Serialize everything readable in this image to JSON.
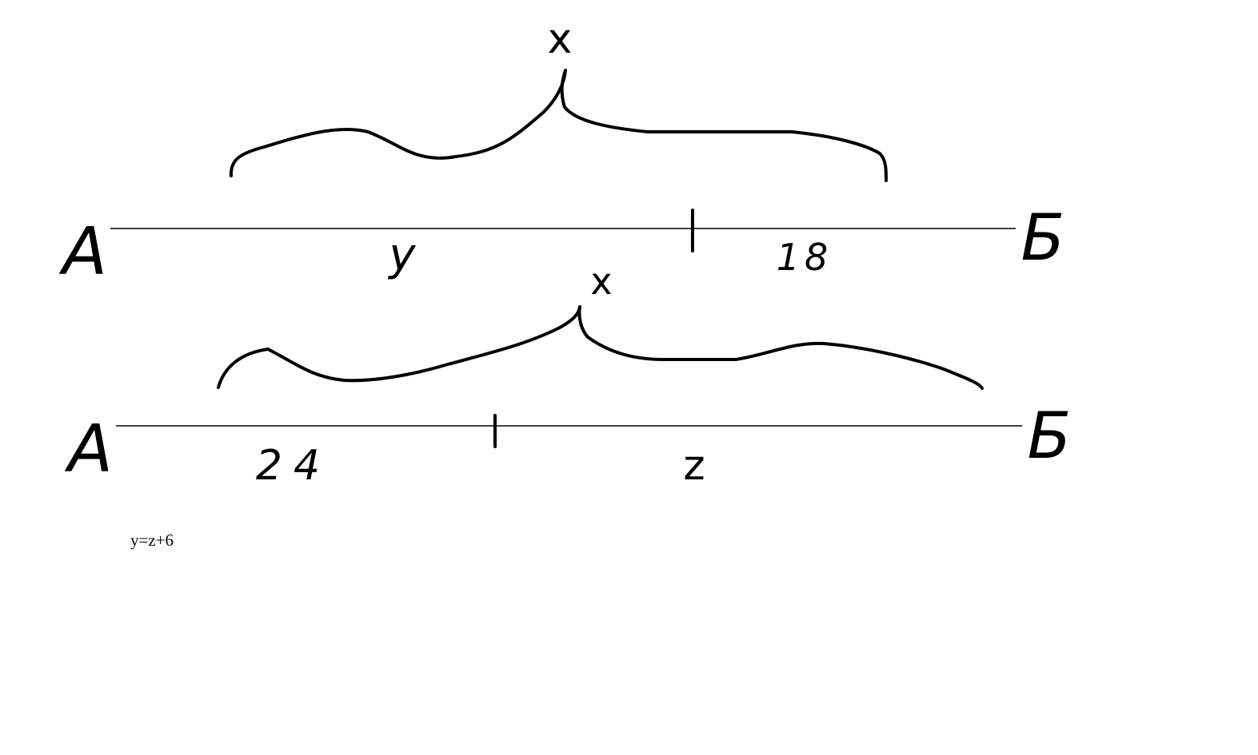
{
  "diagram1": {
    "point_start": "А",
    "point_end": "Б",
    "brace_label": "x",
    "left_segment_label": "y",
    "right_segment_label": "18"
  },
  "diagram2": {
    "point_start": "А",
    "point_end": "Б",
    "brace_label": "x",
    "left_segment_label": "24",
    "right_segment_label": "z"
  },
  "equation": "y=z+6"
}
